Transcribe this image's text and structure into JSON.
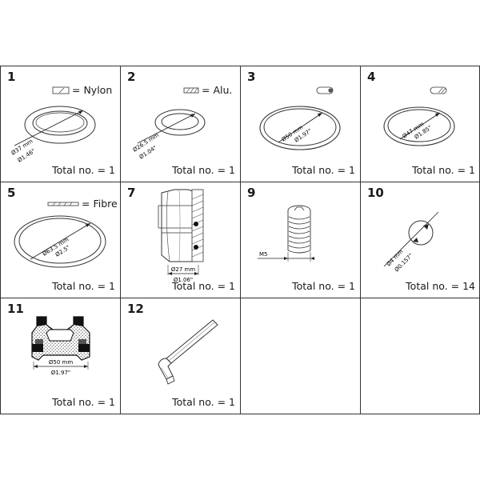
{
  "cells": [
    {
      "number": "1",
      "material": "= Nylon",
      "dim_metric": "Ø37 mm",
      "dim_imperial": "Ø1.46\"",
      "total": "Total no. = 1"
    },
    {
      "number": "2",
      "material": "= Alu.",
      "dim_metric": "Ø26.5 mm",
      "dim_imperial": "Ø1.04\"",
      "total": "Total no. = 1"
    },
    {
      "number": "3",
      "dim_metric": "Ø50 mm",
      "dim_imperial": "Ø1.97\"",
      "total": "Total no. = 1"
    },
    {
      "number": "4",
      "dim_metric": "Ø47 mm",
      "dim_imperial": "Ø1.85\"",
      "total": "Total no. = 1"
    },
    {
      "number": "5",
      "material": "= Fibre",
      "dim_metric": "Ø63.5 mm",
      "dim_imperial": "Ø2.5\"",
      "total": "Total no. = 1"
    },
    {
      "number": "7",
      "dim_metric": "Ø27 mm",
      "dim_imperial": "Ø1.06\"",
      "total": "Total no. = 1"
    },
    {
      "number": "9",
      "thread": "M5",
      "total": "Total no. = 1"
    },
    {
      "number": "10",
      "dim_metric": "Ø4 mm",
      "dim_imperial": "Ø0.157\"",
      "total": "Total no. = 14"
    },
    {
      "number": "11",
      "dim_metric": "Ø50 mm",
      "dim_imperial": "Ø1.97\"",
      "total": "Total no. = 1"
    },
    {
      "number": "12",
      "total": "Total no. = 1"
    }
  ]
}
